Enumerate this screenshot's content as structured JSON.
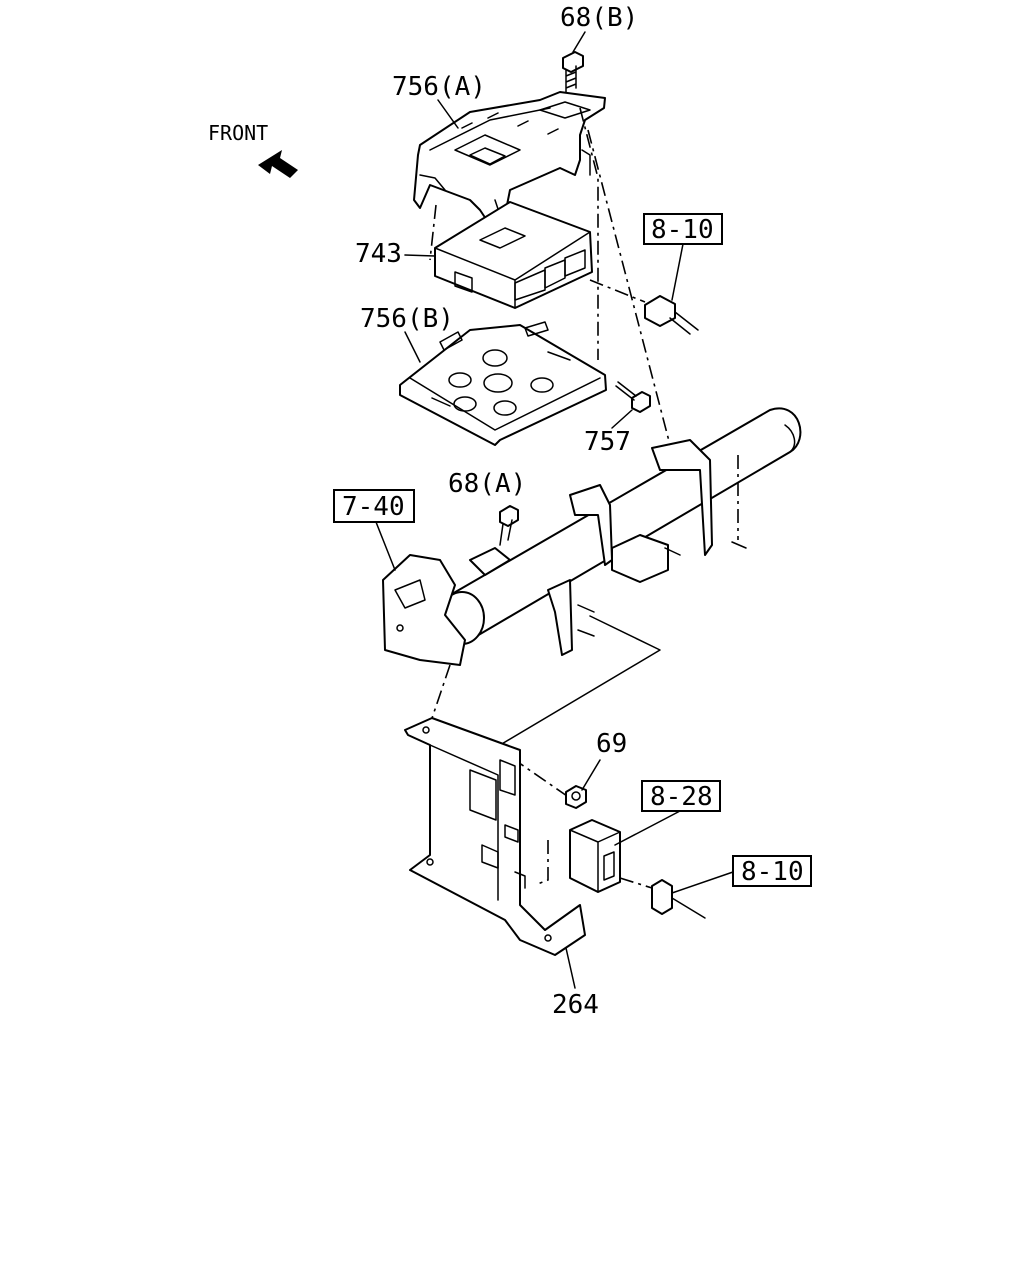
{
  "direction_label": "FRONT",
  "callouts": {
    "bolt_top": "68(B)",
    "bracket_upper": "756(A)",
    "control_unit": "743",
    "bracket_lower": "756(B)",
    "bolt_757": "757",
    "bolt_68a": "68(A)",
    "nut_69": "69",
    "bracket_264": "264"
  },
  "references": {
    "ref_connector_top": "8-10",
    "ref_crossmember": "7-40",
    "ref_relay": "8-28",
    "ref_connector_bottom": "8-10"
  },
  "icons": {
    "front_arrow": "arrow-icon"
  }
}
